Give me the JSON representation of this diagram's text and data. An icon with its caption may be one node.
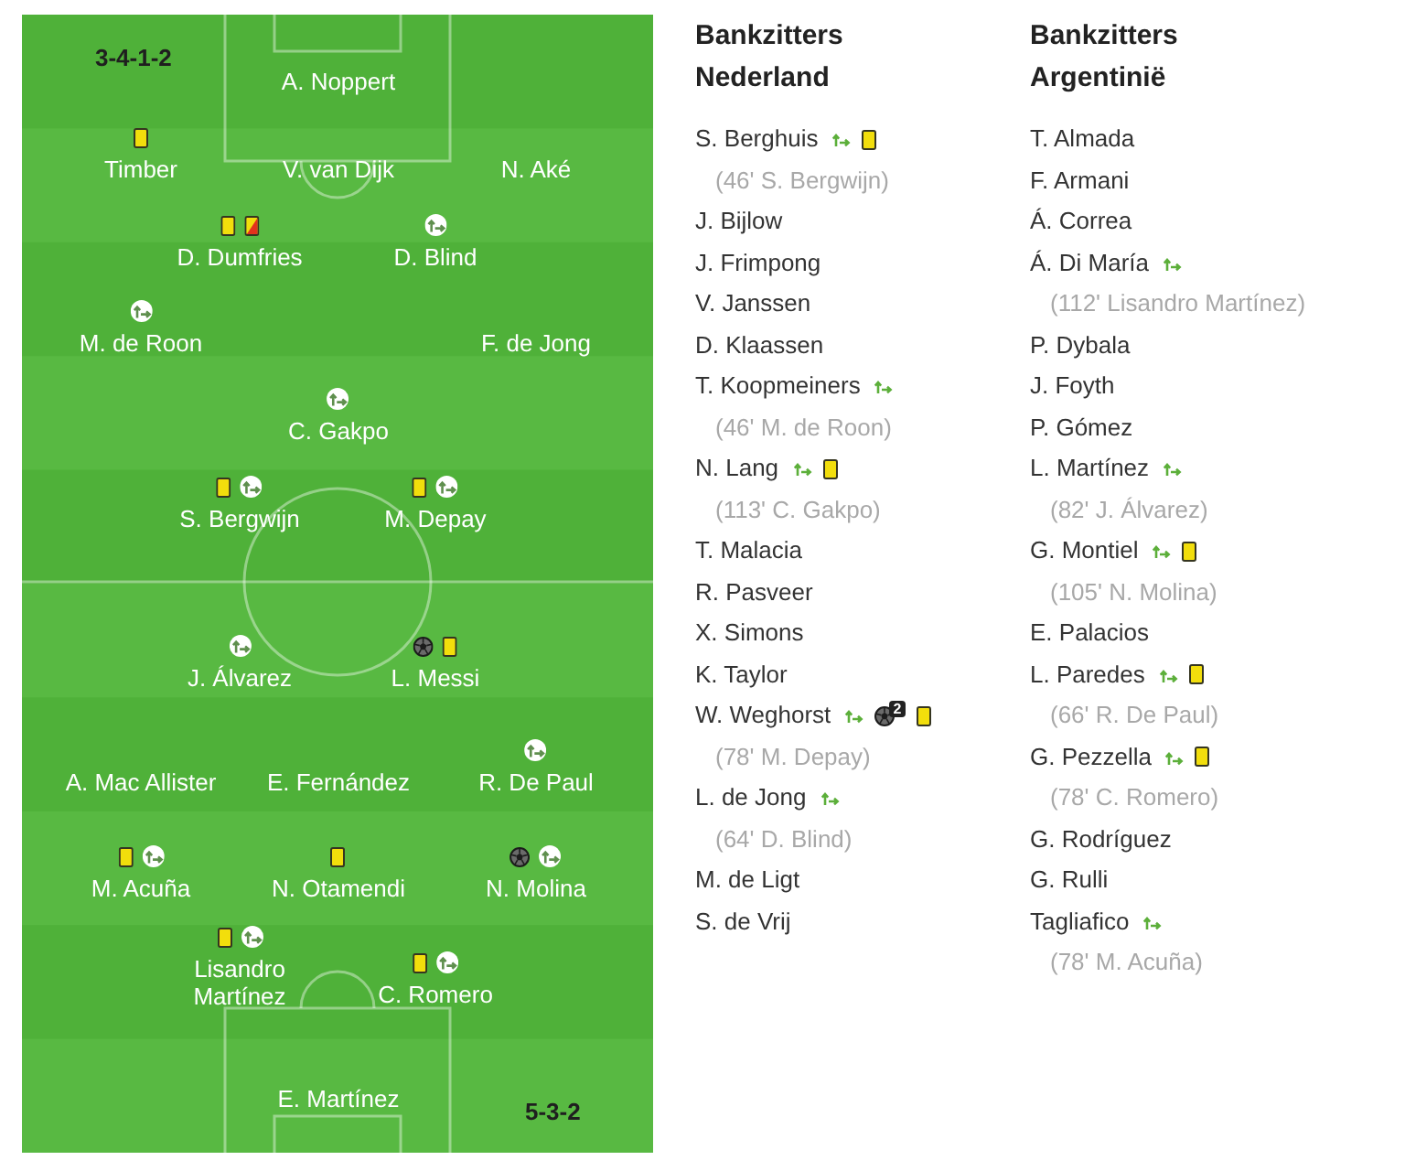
{
  "diagram": {
    "labels": [
      "3-4-1-2",
      "A. Noppert",
      "Timber",
      "V. van Dijk",
      "N. Aké",
      "D. Dumfries",
      "D. Blind",
      "M. de Roon",
      "F. de Jong",
      "C. Gakpo",
      "S. Bergwijn",
      "M. Depay",
      "J. Álvarez",
      "L. Messi",
      "A. Mac Allister",
      "E. Fernández",
      "R. De Paul",
      "M. Acuña",
      "N. Otamendi",
      "N. Molina",
      "Lisandro Martínez",
      "C. Romero",
      "E. Martínez",
      "5-3-2",
      "Bankzitters Nederland",
      "S. Berghuis",
      "(46' S. Bergwijn)",
      "J. Bijlow",
      "J. Frimpong",
      "V. Janssen",
      "D. Klaassen",
      "T. Koopmeiners",
      "(46' M. de Roon)",
      "N. Lang",
      "(113' C. Gakpo)",
      "T. Malacia",
      "R. Pasveer",
      "X. Simons",
      "K. Taylor",
      "W. Weghorst",
      "2",
      "(78' M. Depay)",
      "L. de Jong",
      "(64' D. Blind)",
      "M. de Ligt",
      "S. de Vrij",
      "Bankzitters Argentinië",
      "T. Almada",
      "F. Armani",
      "Á. Correa",
      "Á. Di María",
      "(112' Lisandro Martínez)",
      "P. Dybala",
      "J. Foyth",
      "P. Gómez",
      "L. Martínez",
      "(82' J. Álvarez)",
      "G. Montiel",
      "(105' N. Molina)",
      "E. Palacios",
      "L. Paredes",
      "(66' R. De Paul)",
      "G. Pezzella",
      "(78' C. Romero)",
      "G. Rodríguez",
      "G. Rulli",
      "Tagliafico",
      "(78' M. Acuña)"
    ]
  }
}
